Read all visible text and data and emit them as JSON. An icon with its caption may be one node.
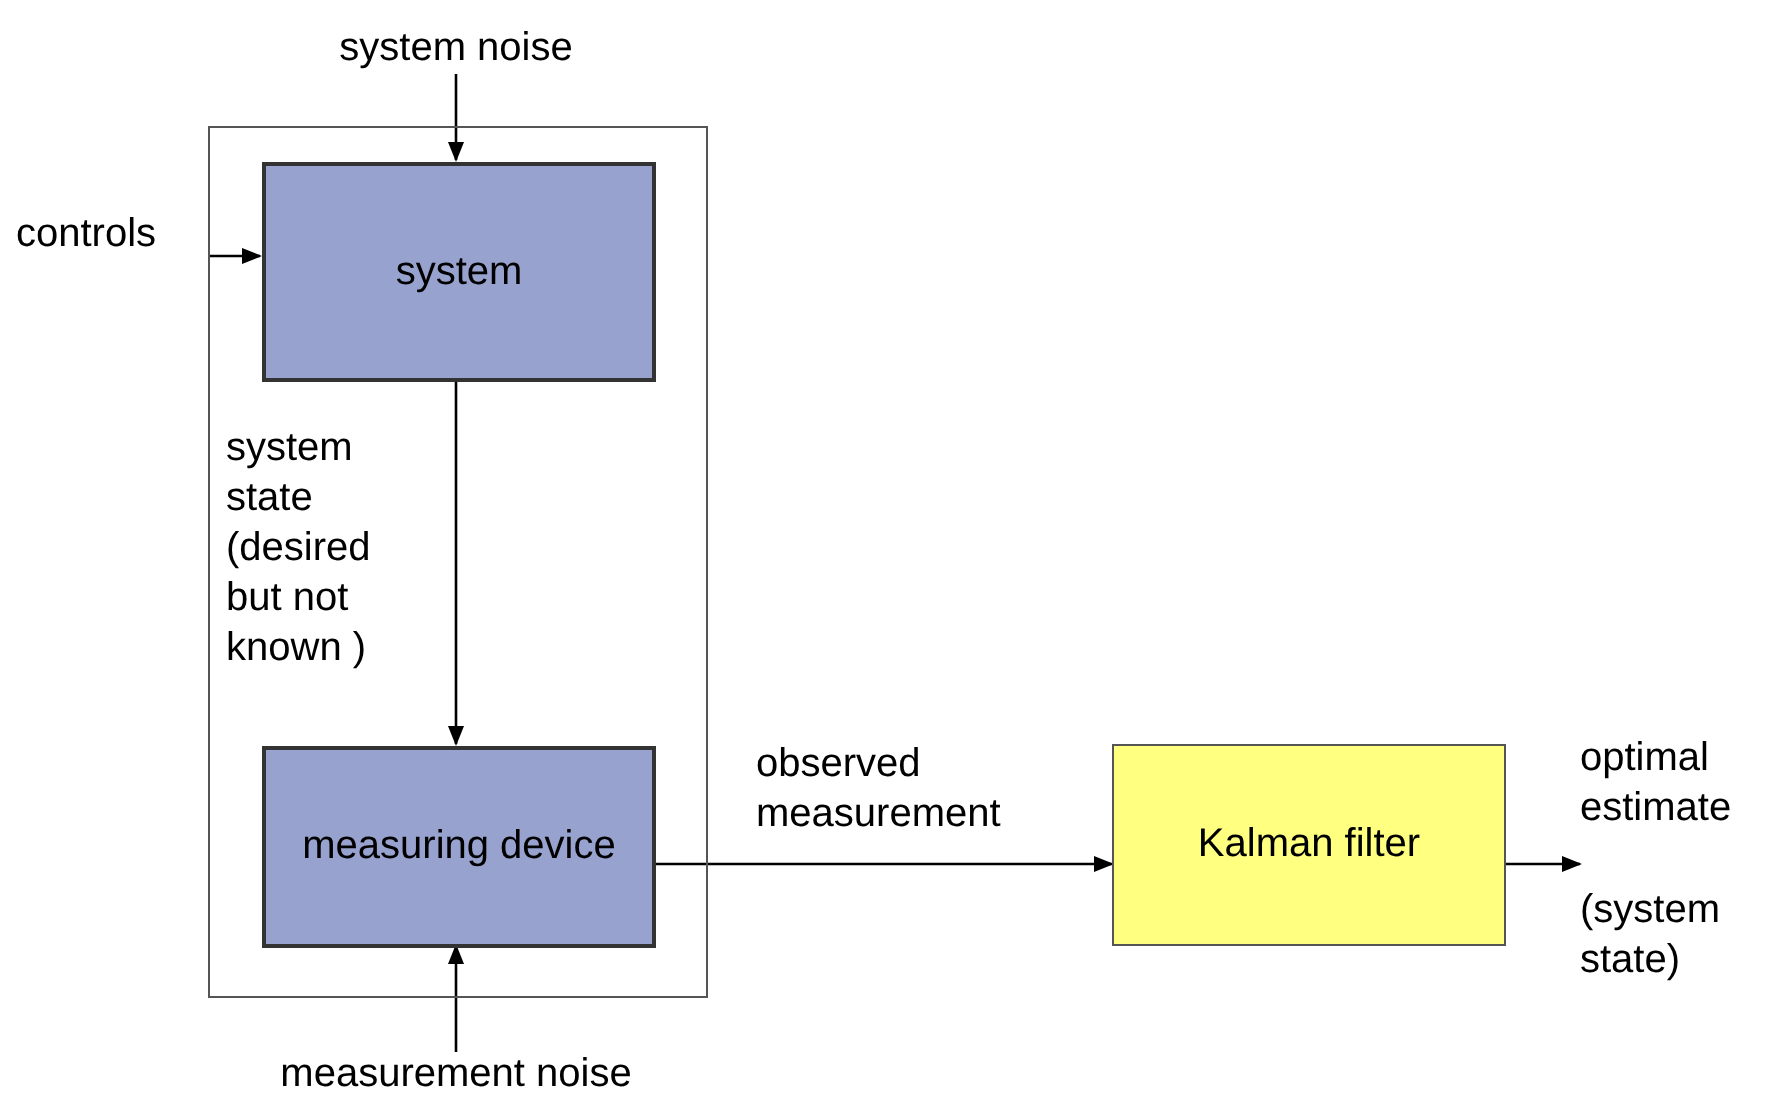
{
  "diagram": {
    "nodes": [
      {
        "text": [],
        "shape": "box"
      },
      {
        "text": [
          "system"
        ],
        "in": 0
      },
      {
        "text": [
          "measuring device"
        ],
        "in": 0
      },
      {
        "text": [
          "Kalman filter"
        ]
      },
      {
        "text": [
          "system noise"
        ]
      },
      {
        "text": [
          "controls"
        ]
      },
      {
        "text": [
          "measurement noise"
        ]
      },
      {
        "text": [
          "optimal estimate",
          "(system state)"
        ]
      }
    ],
    "edges": [
      {
        "from": 4,
        "to": 1,
        "arrow": "to"
      },
      {
        "from": 5,
        "to": 1,
        "arrow": "to"
      },
      {
        "from": 1,
        "to": 2,
        "arrow": "to",
        "label": "system state (desired but not known )"
      },
      {
        "from": 6,
        "to": 2,
        "arrow": "to"
      },
      {
        "from": 2,
        "to": 3,
        "arrow": "to",
        "label": "observed measurement"
      },
      {
        "from": 3,
        "to": 7,
        "arrow": "to"
      }
    ]
  }
}
